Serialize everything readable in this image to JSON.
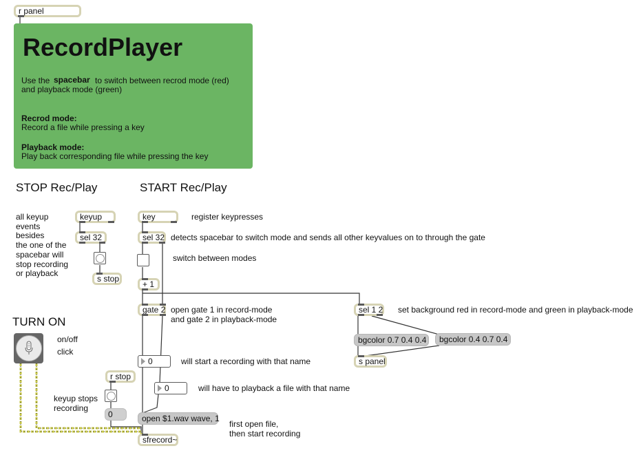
{
  "panel": {
    "receiver": "r panel",
    "title": "RecordPlayer",
    "line1_pre": "Use the",
    "line1_key": "spacebar",
    "line1_post": "to switch between recrod mode (red)",
    "line2": "and playback mode (green)",
    "record_head": "Recrod mode:",
    "record_desc": "Record a file while pressing a key",
    "play_head": "Playback mode:",
    "play_desc": "Play back corresponding file while pressing the key",
    "bg_color": "#6bb563"
  },
  "sections": {
    "stop": "STOP Rec/Play",
    "start": "START Rec/Play",
    "turn_on": "TURN ON"
  },
  "objects": {
    "keyup": "keyup",
    "sel32_left": "sel 32",
    "s_stop": "s stop",
    "key": "key",
    "sel32_right": "sel 32",
    "plus1": "+ 1",
    "gate2": "gate 2",
    "sel12": "sel 1 2",
    "s_panel": "s panel",
    "r_stop": "r stop",
    "sfrecord": "sfrecord~"
  },
  "messages": {
    "bg_red": "bgcolor 0.7 0.4 0.4",
    "bg_green": "bgcolor 0.4 0.7 0.4",
    "open": "open $1.wav wave, 1"
  },
  "numbers": {
    "rec_num": "0",
    "play_num": "0",
    "stop_num": "0"
  },
  "comments": {
    "keyup_note": [
      "all keyup",
      "events",
      "besides",
      "the one of the",
      "spacebar will",
      "stop recording",
      "or playback"
    ],
    "register": "register keypresses",
    "detects": "detects spacebar to switch mode and sends all other keyvalues on to through the gate",
    "switch": "switch between modes",
    "gate_note1": "open gate 1 in record-mode",
    "gate_note2": "and gate 2 in playback-mode",
    "bg_note": "set background red  in record-mode and green in playback-mode",
    "onoff": "on/off",
    "click": "click",
    "will_record": "will start a recording with that name",
    "will_play": "will have to playback a file with that name",
    "keyup_stops1": "keyup stops",
    "keyup_stops2": "recording",
    "first_open1": "first open file,",
    "first_open2": " then start recording"
  },
  "colors": {
    "box_border": "#d6d3b4",
    "message_bg": "#c7c7c7",
    "audio_wire": "#c8c84a"
  },
  "icons": {
    "mic": "microphone-icon"
  }
}
